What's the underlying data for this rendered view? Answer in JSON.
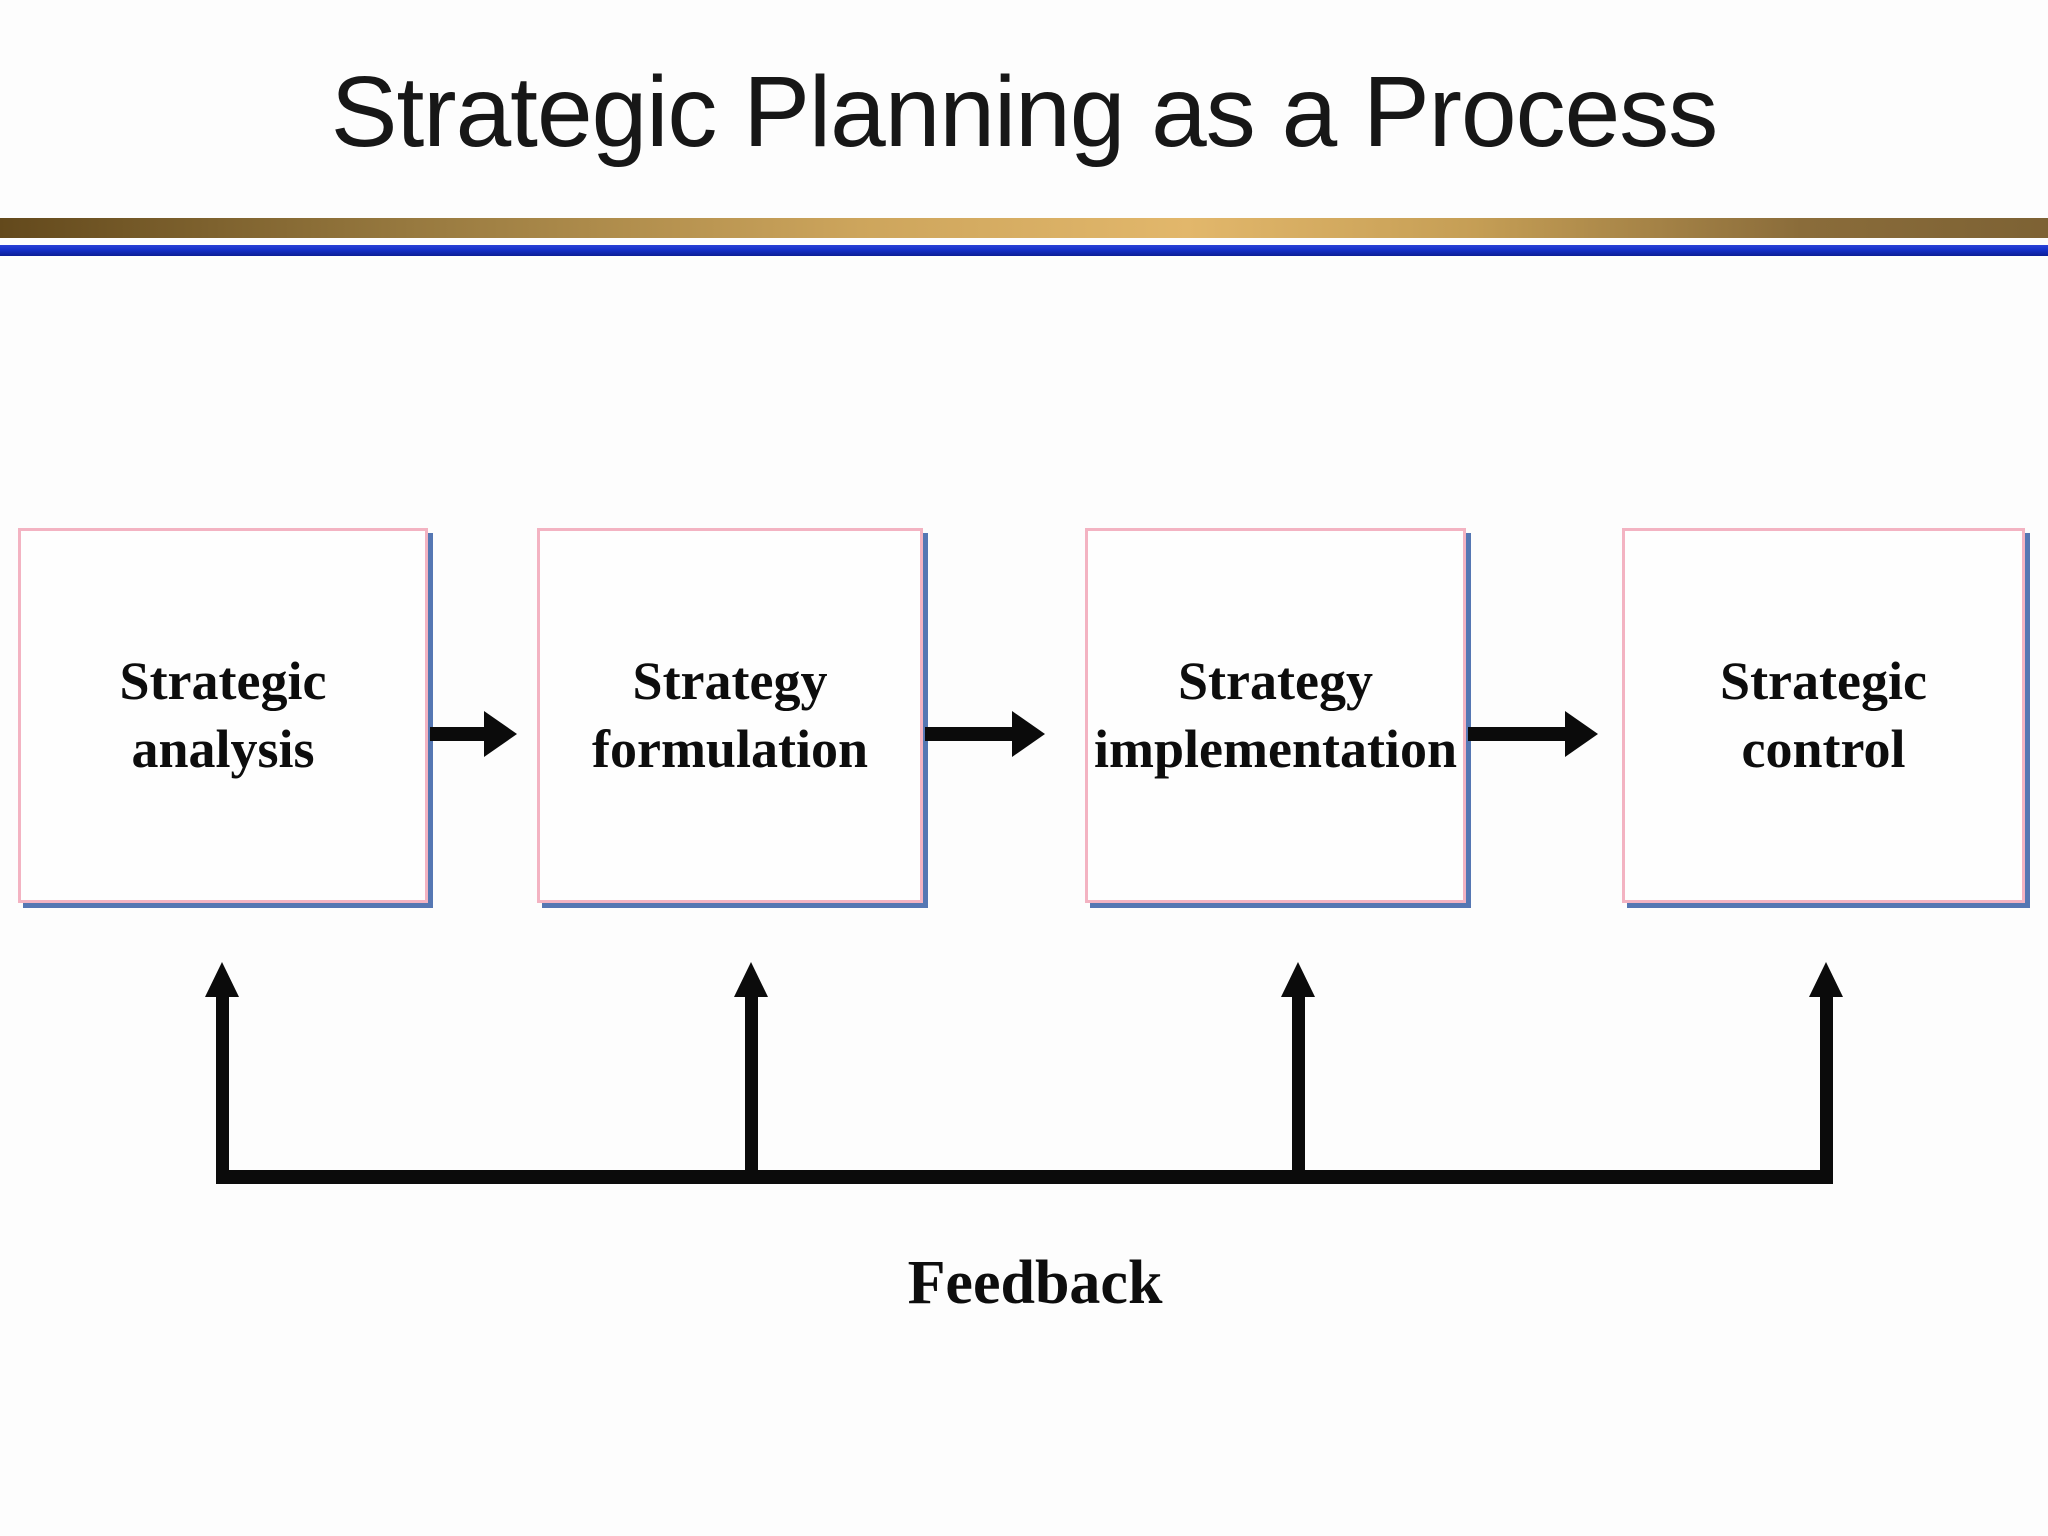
{
  "slide": {
    "title": "Strategic Planning as a Process",
    "boxes": [
      {
        "line1": "Strategic",
        "line2": "analysis"
      },
      {
        "line1": "Strategy",
        "line2": "formulation"
      },
      {
        "line1": "Strategy",
        "line2": "implementation"
      },
      {
        "line1": "Strategic",
        "line2": "control"
      }
    ],
    "feedback_label": "Feedback",
    "colors": {
      "box_border_pink": "#f3b3c2",
      "box_shadow_blue": "#5577b3",
      "divider_gold_mid": "#e2b76b",
      "divider_blue": "#1530c8",
      "arrow_black": "#0b0b0b"
    }
  }
}
